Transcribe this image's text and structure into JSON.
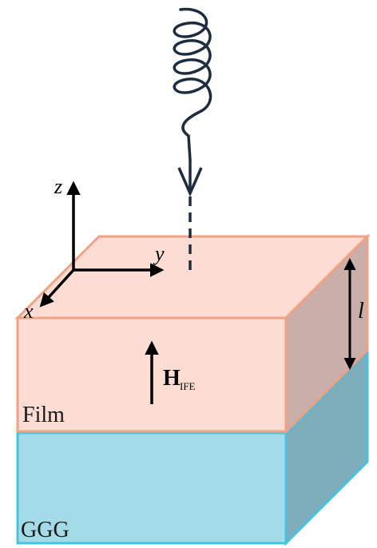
{
  "axes": {
    "x": "x",
    "y": "y",
    "z": "z"
  },
  "labels": {
    "thickness": "l",
    "field_main": "H",
    "field_sub": "IFE",
    "film": "Film",
    "substrate": "GGG"
  },
  "colors": {
    "film_front": "#fcdcd3",
    "film_top": "#fcdcd3",
    "film_side": "#c9aea9",
    "film_edge": "#f1a184",
    "substrate_front": "#a3dbe8",
    "substrate_side": "#7dadba",
    "substrate_edge": "#45c3df",
    "beam": "#1d2c3f",
    "arrow": "#000000"
  }
}
